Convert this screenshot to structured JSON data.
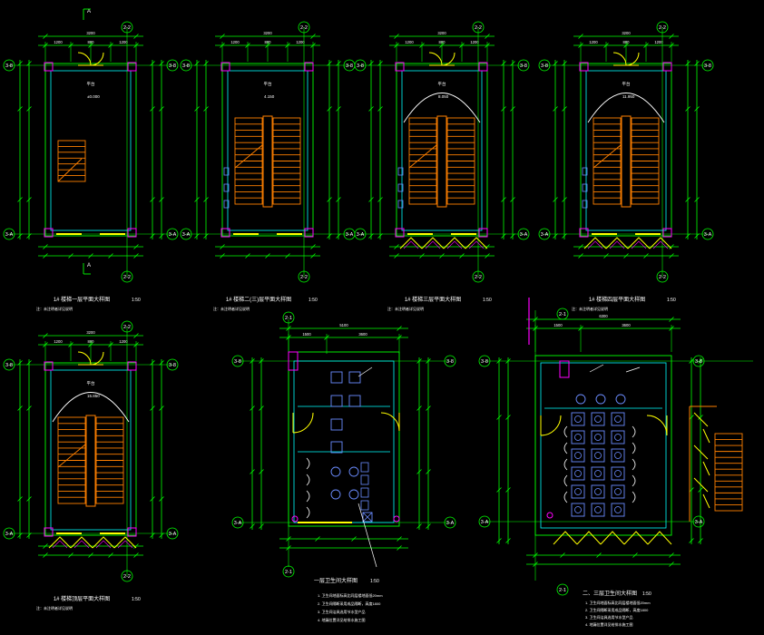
{
  "colors": {
    "background": "#000000",
    "dimension": "#00ff00",
    "wall": "#00ffff",
    "stair": "#ff8000",
    "door": "#ffff00",
    "column": "#ff00ff",
    "fixture": "#6b8cff",
    "text": "#ffffff"
  },
  "drawing": {
    "top_cut_marker": "A",
    "bottom_cut_marker": "A",
    "axis_bubbles": {
      "top": "2-2",
      "bottom": "2-2",
      "left_top": "3-8",
      "left_bottom": "3-A",
      "right_top": "3-8",
      "right_bottom": "3-A",
      "wc_axis": "2-1"
    }
  },
  "plans": [
    {
      "id": "plan-1",
      "title": "1# 楼梯一层平面大样图",
      "scale": "1:50",
      "note": "注：未注明者详见说明",
      "top_dims": [
        "1200",
        "800",
        "1200"
      ],
      "total_dim": "3200",
      "landing_label": "平台",
      "elevation": "±0.000"
    },
    {
      "id": "plan-2",
      "title": "1# 楼梯二(三)层平面大样图",
      "scale": "1:50",
      "note": "注：未注明者详见说明",
      "top_dims": [
        "1200",
        "800",
        "1200"
      ],
      "total_dim": "3200",
      "landing_label": "平台",
      "elevation": "4.150"
    },
    {
      "id": "plan-3",
      "title": "1# 楼梯三层平面大样图",
      "scale": "1:50",
      "note": "注：未注明者详见说明",
      "top_dims": [
        "1200",
        "800",
        "1200"
      ],
      "total_dim": "3200",
      "landing_label": "平台",
      "elevation": "8.050"
    },
    {
      "id": "plan-4",
      "title": "1# 楼梯四层平面大样图",
      "scale": "1:50",
      "note": "注：未注明者详见说明",
      "top_dims": [
        "1200",
        "800",
        "1200"
      ],
      "total_dim": "3200",
      "landing_label": "平台",
      "elevation": "11.950"
    },
    {
      "id": "plan-5",
      "title": "1# 楼梯顶层平面大样图",
      "scale": "1:50",
      "note": "注：未注明者详见说明",
      "top_dims": [
        "1200",
        "800",
        "1200"
      ],
      "total_dim": "3200",
      "landing_label": "平台",
      "elevation": "15.850"
    },
    {
      "id": "wc-1",
      "title": "一层卫生间大样图",
      "scale": "1:50",
      "top_dims": [
        "1500",
        "3600"
      ],
      "total_dim": "5100",
      "notes": [
        "1. 卫生间地面标高比同层楼地面低20mm",
        "2. 卫生间隔断采用成品隔断，高度1800",
        "3. 卫生间洁具选用节水型产品",
        "4. 地漏位置详见给排水施工图"
      ]
    },
    {
      "id": "wc-2",
      "title": "二、三层卫生间大样图",
      "scale": "1:50",
      "top_dims": [
        "1500",
        "3600"
      ],
      "total_dim": "6300",
      "notes": [
        "1. 卫生间地面标高比同层楼地面低20mm",
        "2. 卫生间隔断采用成品隔断，高度1800",
        "3. 卫生间洁具选用节水型产品",
        "4. 地漏位置详见给排水施工图"
      ]
    }
  ]
}
